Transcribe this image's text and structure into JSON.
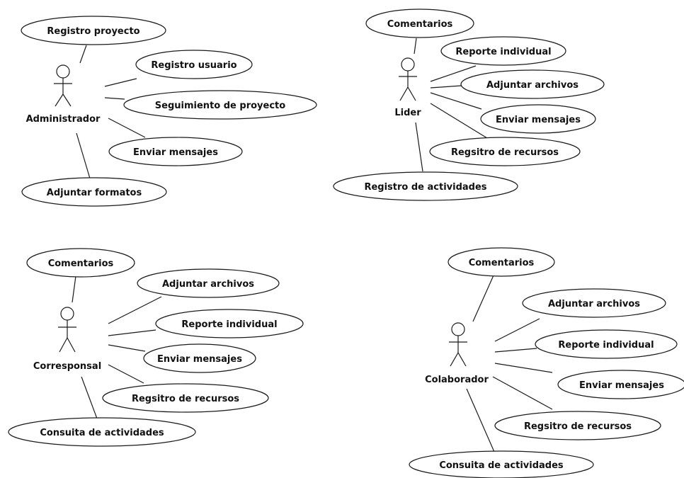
{
  "diagrams": [
    {
      "actor": "Administrador",
      "use_cases": [
        "Registro proyecto",
        "Registro usuario",
        "Seguimiento de proyecto",
        "Enviar mensajes",
        "Adjuntar formatos"
      ]
    },
    {
      "actor": "Lider",
      "use_cases": [
        "Comentarios",
        "Reporte individual",
        "Adjuntar archivos",
        "Enviar mensajes",
        "Regsitro de recursos",
        "Registro de actividades"
      ]
    },
    {
      "actor": "Corresponsal",
      "use_cases": [
        "Comentarios",
        "Adjuntar archivos",
        "Reporte individual",
        "Enviar mensajes",
        "Regsitro de recursos",
        "Consuita de actividades"
      ]
    },
    {
      "actor": "Colaborador",
      "use_cases": [
        "Comentarios",
        "Adjuntar archivos",
        "Reporte individual",
        "Enviar mensajes",
        "Regsitro de recursos",
        "Consuita de actividades"
      ]
    }
  ]
}
